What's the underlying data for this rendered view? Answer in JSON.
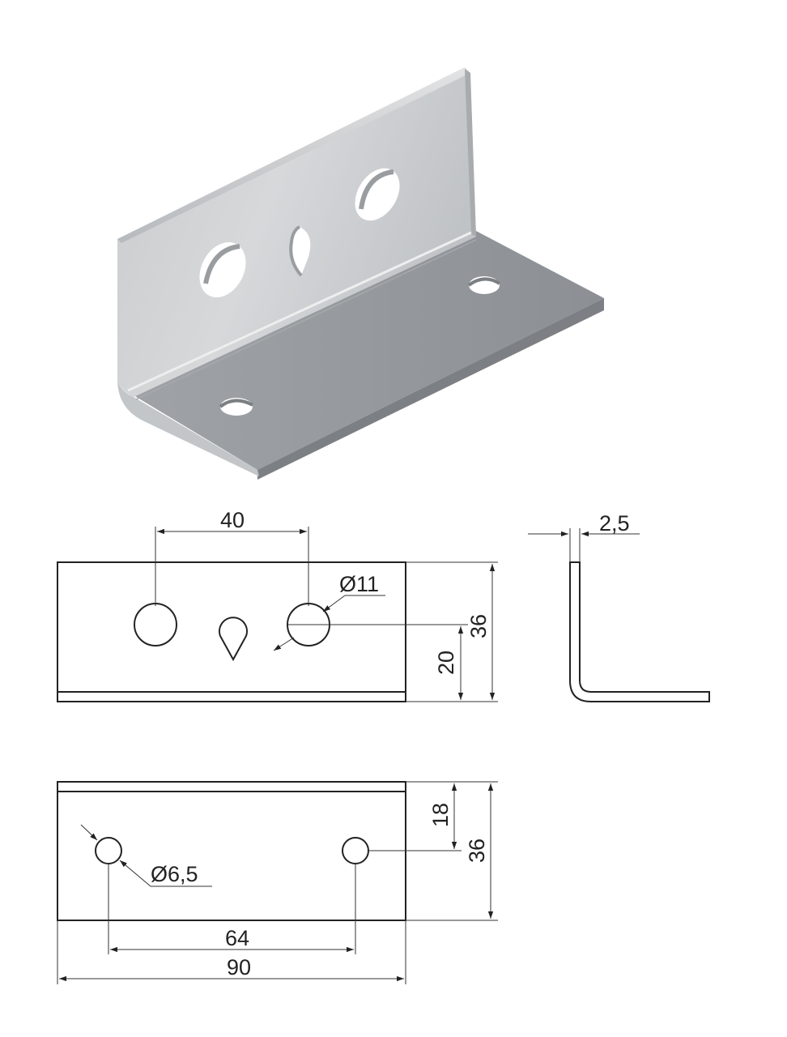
{
  "dimensions": {
    "front_hole_spacing": "40",
    "large_hole_diameter": "Ø11",
    "front_height": "36",
    "front_hole_height": "20",
    "thickness": "2,5",
    "bottom_hole_offset": "18",
    "bottom_depth": "36",
    "small_hole_diameter": "Ø6,5",
    "bottom_hole_spacing": "64",
    "overall_length": "90"
  },
  "colors": {
    "line": "#222222",
    "metal_light": "#d4d6d8",
    "metal_mid": "#b9bcbf",
    "metal_dark": "#8f9397"
  }
}
